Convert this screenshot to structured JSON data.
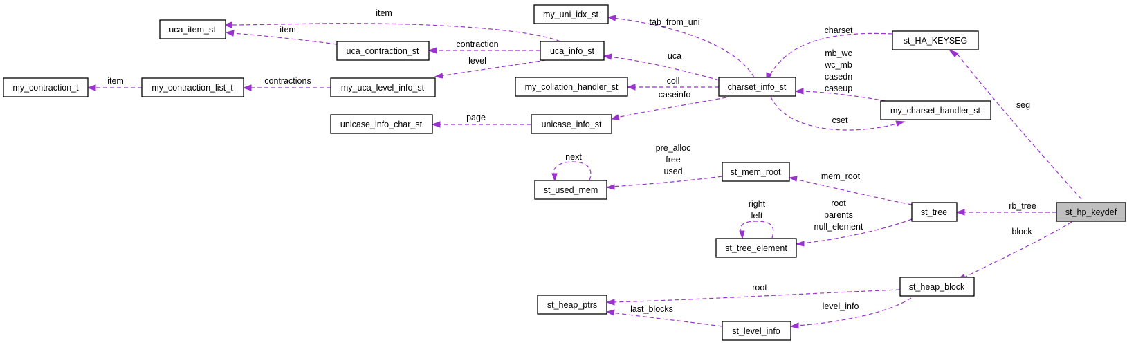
{
  "diagram": {
    "type": "collaboration-graph",
    "edge_color": "#9a32cd",
    "highlight_fill": "#bfbfbf",
    "nodes": {
      "st_hp_keydef": "st_hp_keydef",
      "st_HA_KEYSEG": "st_HA_KEYSEG",
      "st_tree": "st_tree",
      "st_heap_block": "st_heap_block",
      "charset_info_st": "charset_info_st",
      "my_charset_handler_st": "my_charset_handler_st",
      "my_uni_idx_st": "my_uni_idx_st",
      "uca_info_st": "uca_info_st",
      "my_collation_handler_st": "my_collation_handler_st",
      "unicase_info_st": "unicase_info_st",
      "uca_item_st": "uca_item_st",
      "uca_contraction_st": "uca_contraction_st",
      "my_uca_level_info_st": "my_uca_level_info_st",
      "my_contraction_list_t": "my_contraction_list_t",
      "my_contraction_t": "my_contraction_t",
      "unicase_info_char_st": "unicase_info_char_st",
      "st_mem_root": "st_mem_root",
      "st_used_mem": "st_used_mem",
      "st_tree_element": "st_tree_element",
      "st_heap_ptrs": "st_heap_ptrs",
      "st_level_info": "st_level_info"
    },
    "edges": {
      "seg": [
        "seg"
      ],
      "rb_tree": [
        "rb_tree"
      ],
      "block": [
        "block"
      ],
      "charset": [
        "charset"
      ],
      "cset": [
        "cset"
      ],
      "funcs": [
        "mb_wc",
        "wc_mb",
        "casedn",
        "caseup"
      ],
      "tab_from_uni": [
        "tab_from_uni"
      ],
      "uca": [
        "uca"
      ],
      "coll": [
        "coll"
      ],
      "caseinfo": [
        "caseinfo"
      ],
      "uca_item": [
        "item"
      ],
      "contraction_item": [
        "item"
      ],
      "contraction": [
        "contraction"
      ],
      "level": [
        "level"
      ],
      "contractions": [
        "contractions"
      ],
      "list_item": [
        "item"
      ],
      "page": [
        "page"
      ],
      "mem_root": [
        "mem_root"
      ],
      "used_mem": [
        "pre_alloc",
        "free",
        "used"
      ],
      "next": [
        "next"
      ],
      "tree_element": [
        "root",
        "parents",
        "null_element"
      ],
      "right_left": [
        "right",
        "left"
      ],
      "heap_root": [
        "root"
      ],
      "level_info": [
        "level_info"
      ],
      "last_blocks": [
        "last_blocks"
      ]
    }
  }
}
